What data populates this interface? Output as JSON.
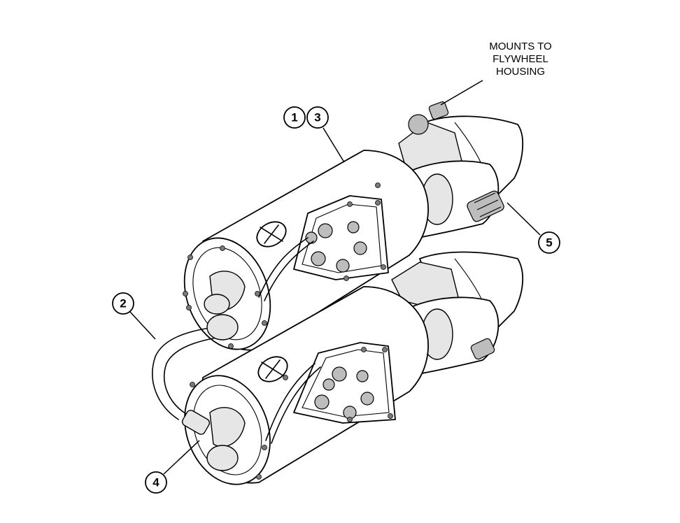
{
  "note_lines": [
    "MOUNTS TO",
    "FLYWHEEL",
    "HOUSING"
  ],
  "callouts": {
    "c1": "1",
    "c2": "2",
    "c3": "3",
    "c4": "4",
    "c5": "5"
  }
}
